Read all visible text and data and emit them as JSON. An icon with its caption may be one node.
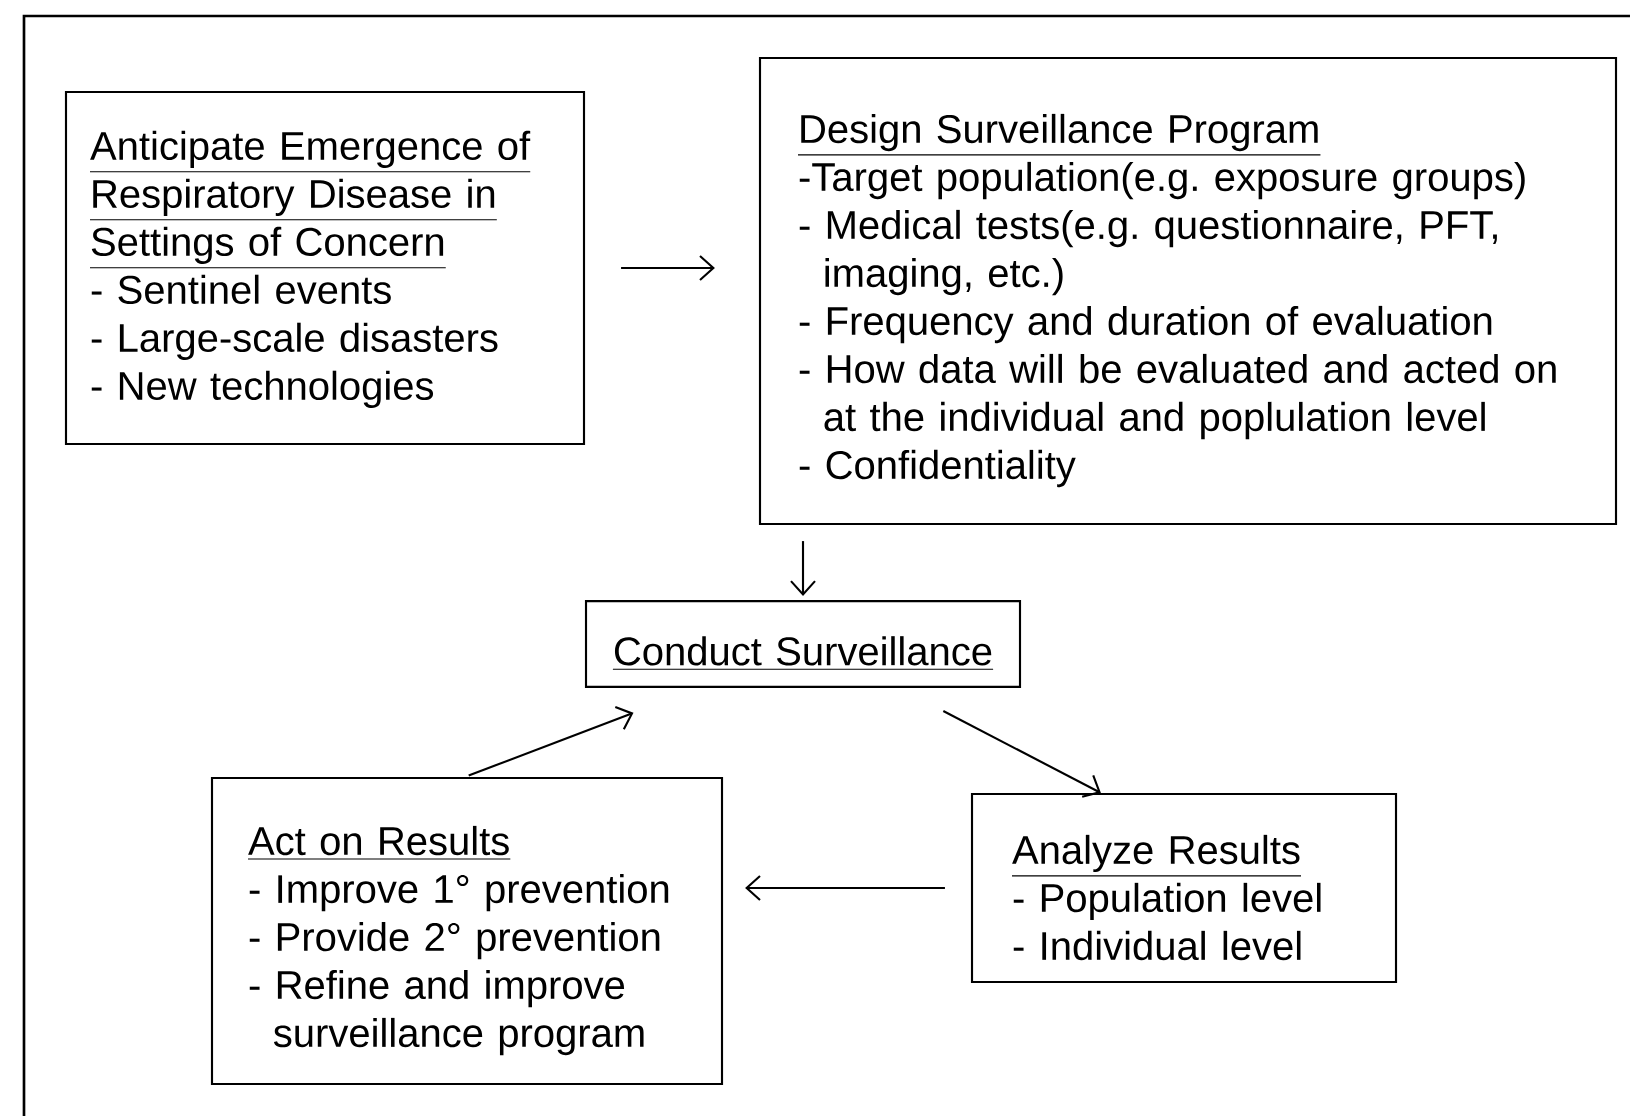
{
  "diagram": {
    "nodes": [
      {
        "text": [
          "Anticipate Emergence of Respiratory Disease in Settings of Concern",
          "- Sentinel events",
          "- Large-scale disasters",
          "- New technologies"
        ]
      },
      {
        "text": [
          "Design Surveillance Program",
          "-Target population(e.g. exposure groups)",
          "- Medical tests(e.g. questionnaire, PFT, imaging, etc.)",
          "- Frequency and duration of evaluation",
          "- How data will be evaluated and acted on at the individual and poplulation level",
          "- Confidentiality"
        ]
      },
      {
        "text": [
          "Conduct Surveillance"
        ]
      },
      {
        "text": [
          "Act on Results",
          "- Improve 1° prevention",
          "- Provide 2° prevention",
          "- Refine and improve surveillance program"
        ]
      },
      {
        "text": [
          "Analyze Results",
          "- Population level",
          "- Individual level"
        ]
      }
    ],
    "edges": [
      {
        "from": 0,
        "to": 1,
        "arrow": "to"
      },
      {
        "from": 1,
        "to": 2,
        "arrow": "to"
      },
      {
        "from": 2,
        "to": 4,
        "arrow": "to"
      },
      {
        "from": 4,
        "to": 3,
        "arrow": "to"
      },
      {
        "from": 3,
        "to": 2,
        "arrow": "to"
      }
    ]
  }
}
